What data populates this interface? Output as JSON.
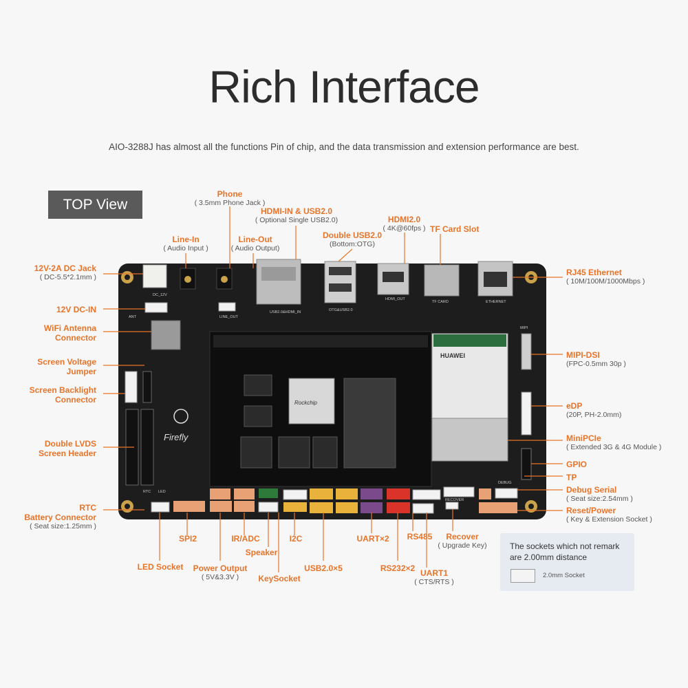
{
  "header": {
    "title": "Rich Interface",
    "subtitle": "AIO-3288J has almost all the functions Pin of chip, and the data transmission and extension performance are best.",
    "view": "TOP View"
  },
  "labels": {
    "phone": {
      "name": "Phone",
      "sub": "( 3.5mm Phone Jack )"
    },
    "hdmi_in": {
      "name": "HDMI-IN & USB2.0",
      "sub": "( Optional Single USB2.0)"
    },
    "hdmi2": {
      "name": "HDMI2.0",
      "sub": "( 4K@60fps )"
    },
    "tf": {
      "name": "TF Card Slot"
    },
    "double_usb": {
      "name": "Double USB2.0",
      "sub": "(Bottom:OTG)"
    },
    "line_in": {
      "name": "Line-In",
      "sub": "( Audio Input )"
    },
    "line_out": {
      "name": "Line-Out",
      "sub": "( Audio Output)"
    },
    "dc_jack": {
      "name": "12V-2A DC Jack",
      "sub": "( DC-5.5*2.1mm )"
    },
    "dc_in": {
      "name": "12V DC-IN"
    },
    "wifi": {
      "name": "WiFi Antenna",
      "name2": "Connector"
    },
    "screen_voltage": {
      "name": "Screen Voltage",
      "name2": "Jumper"
    },
    "backlight": {
      "name": "Screen Backlight",
      "name2": "Connector"
    },
    "lvds": {
      "name": "Double LVDS",
      "name2": "Screen Header"
    },
    "rtc": {
      "name": "RTC",
      "name2": "Battery Connector",
      "sub": "( Seat size:1.25mm )"
    },
    "rj45": {
      "name": "RJ45 Ethernet",
      "sub": "( 10M/100M/1000Mbps )"
    },
    "mipi": {
      "name": "MIPI-DSI",
      "sub": "(FPC-0.5mm 30p )"
    },
    "edp": {
      "name": "eDP",
      "sub": "(20P, PH-2.0mm)"
    },
    "minipcie": {
      "name": "MiniPCIe",
      "sub": "( Extended 3G & 4G Module )"
    },
    "gpio": {
      "name": "GPIO"
    },
    "tp": {
      "name": "TP"
    },
    "debug": {
      "name": "Debug Serial",
      "sub": "( Seat size:2.54mm )"
    },
    "reset": {
      "name": "Reset/Power",
      "sub": "( Key & Extension Socket )"
    },
    "spi2": {
      "name": "SPI2"
    },
    "led": {
      "name": "LED Socket"
    },
    "power_out": {
      "name": "Power Output",
      "sub": "( 5V&3.3V )"
    },
    "ir_adc": {
      "name": "IR/ADC"
    },
    "speaker": {
      "name": "Speaker"
    },
    "keysocket": {
      "name": "KeySocket"
    },
    "i2c": {
      "name": "I2C"
    },
    "usb5": {
      "name": "USB2.0×5"
    },
    "uart2": {
      "name": "UART×2"
    },
    "rs485": {
      "name": "RS485"
    },
    "rs232": {
      "name": "RS232×2"
    },
    "uart1": {
      "name": "UART1",
      "sub": "( CTS/RTS )"
    },
    "recover": {
      "name": "Recover",
      "sub": "( Upgrade Key)"
    }
  },
  "note": {
    "text": "The sockets which not remark are 2.00mm distance",
    "socket_label": "2.0mm Socket"
  },
  "board": {
    "brand": "Firefly",
    "chip": "Rockchip",
    "module_brand": "HUAWEI",
    "silk_usb": "USB2.0&HDMI_IN",
    "silk_otg": "OTG&USB2.0",
    "silk_hdmi": "HDMI_OUT",
    "silk_tf": "TF CARD",
    "silk_eth": "ETHERNET",
    "silk_dc": "DC_12V",
    "silk_lineout": "LINE_OUT",
    "silk_ant": "ANT",
    "silk_mipi": "MIPI",
    "silk_recover": "RECOVER",
    "silk_debug": "DEBUG",
    "silk_rtc": "RTC",
    "silk_led": "LED"
  },
  "colors": {
    "accent": "#e8742a",
    "board": "#1c1c1c",
    "connector_orange": "#e8a075",
    "connector_yellow": "#e9b23a",
    "connector_purple": "#7b4a8a",
    "connector_red": "#d9332a",
    "connector_green": "#2e7a3a"
  }
}
